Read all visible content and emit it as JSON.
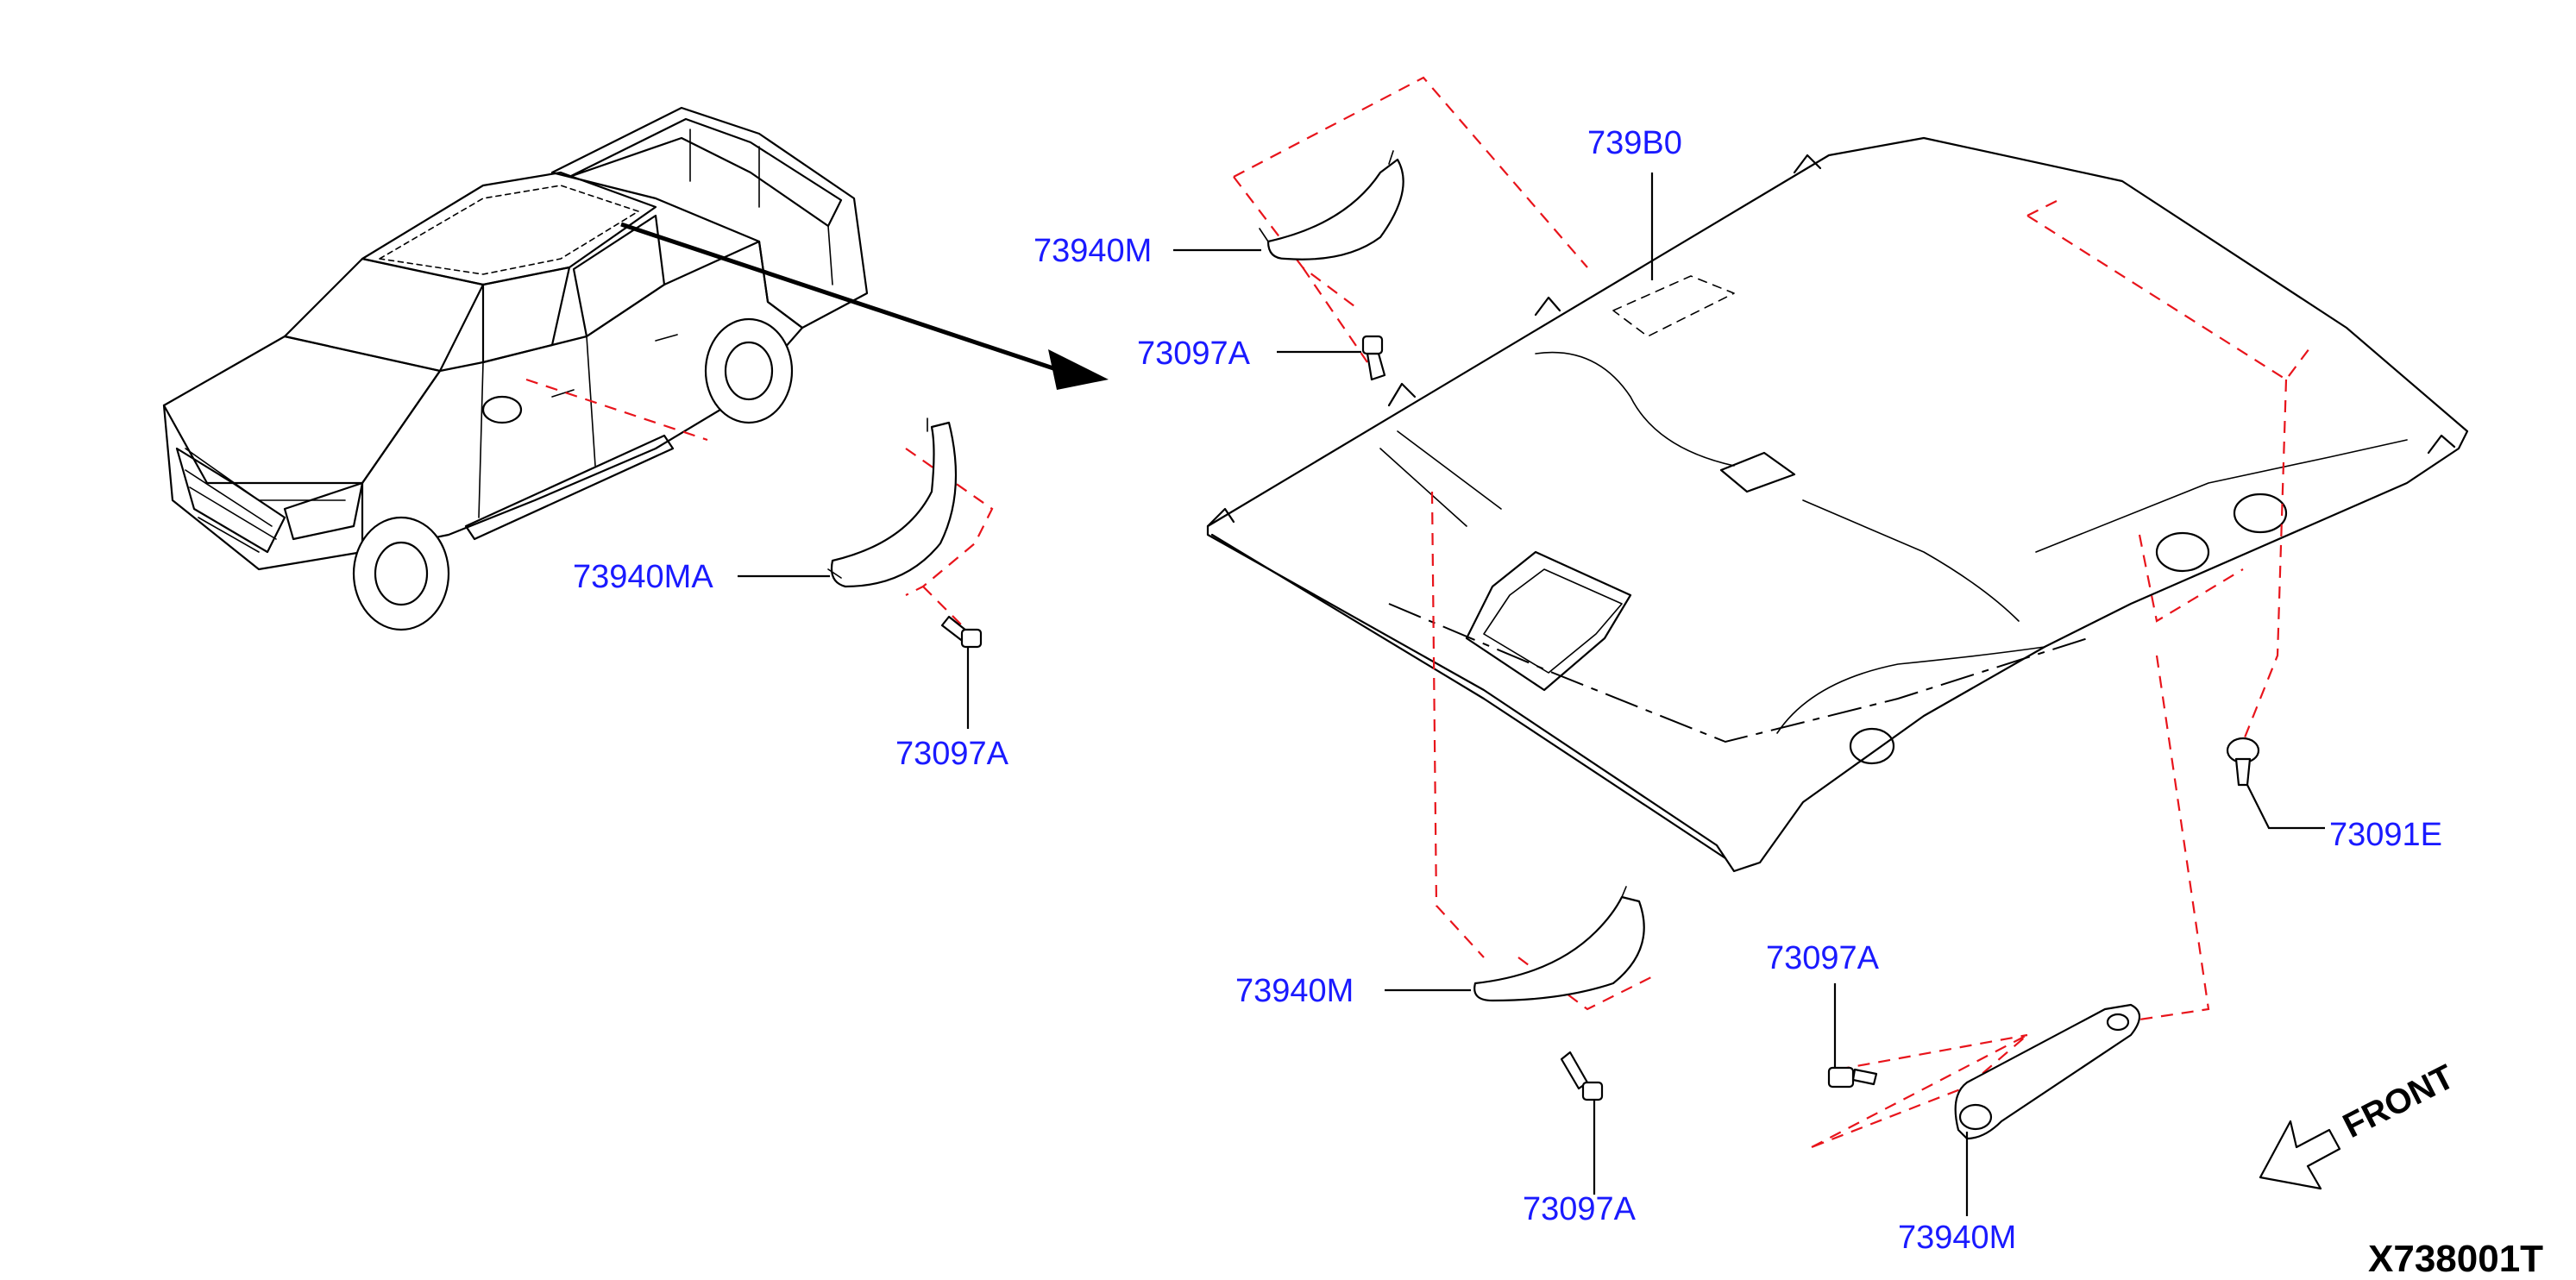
{
  "colors": {
    "part_label": "#1a1aff",
    "leader": "#000000",
    "dashed_guide": "#e8141b",
    "background": "#ffffff"
  },
  "labels": {
    "headlining": "739B0",
    "grip_top": "73940M",
    "bolt_top": "73097A",
    "grip_left": "73940MA",
    "bolt_left": "73097A",
    "grip_mid": "73940M",
    "bolt_mid": "73097A",
    "bolt_right": "73097A",
    "grip_right": "73940M",
    "clip": "73091E"
  },
  "front_indicator": "FRONT",
  "reference_code": "X738001T",
  "icons": {
    "vehicle": "pickup-truck-illustration",
    "headlining": "roof-headlining-illustration",
    "grip": "assist-grip-illustration",
    "bolt": "bolt-icon",
    "clip": "clip-icon",
    "front_arrow": "front-arrow-icon"
  }
}
